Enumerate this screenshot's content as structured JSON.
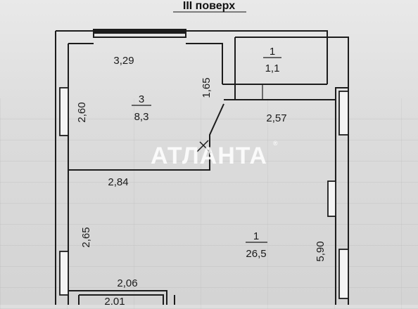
{
  "title": "III поверх",
  "watermark": "АТЛАНТА",
  "rooms": {
    "room3": {
      "number": "3",
      "area": "8,3"
    },
    "room2": {
      "number": "1",
      "area": "1,1"
    },
    "room1": {
      "number": "1",
      "area": "26,5"
    }
  },
  "dimensions": {
    "top_room3": "3,29",
    "left_room3": "2,60",
    "right_room3": "1,65",
    "bottom_room3": "2,84",
    "corridor": "2,57",
    "left_room1": "2,65",
    "right_room1": "5,90",
    "bottom_2_06": "2,06",
    "bottom_2_01": "2,01"
  },
  "colors": {
    "wall": "#1c1c1c",
    "background": "#dedede",
    "watermark": "#ffffff"
  }
}
